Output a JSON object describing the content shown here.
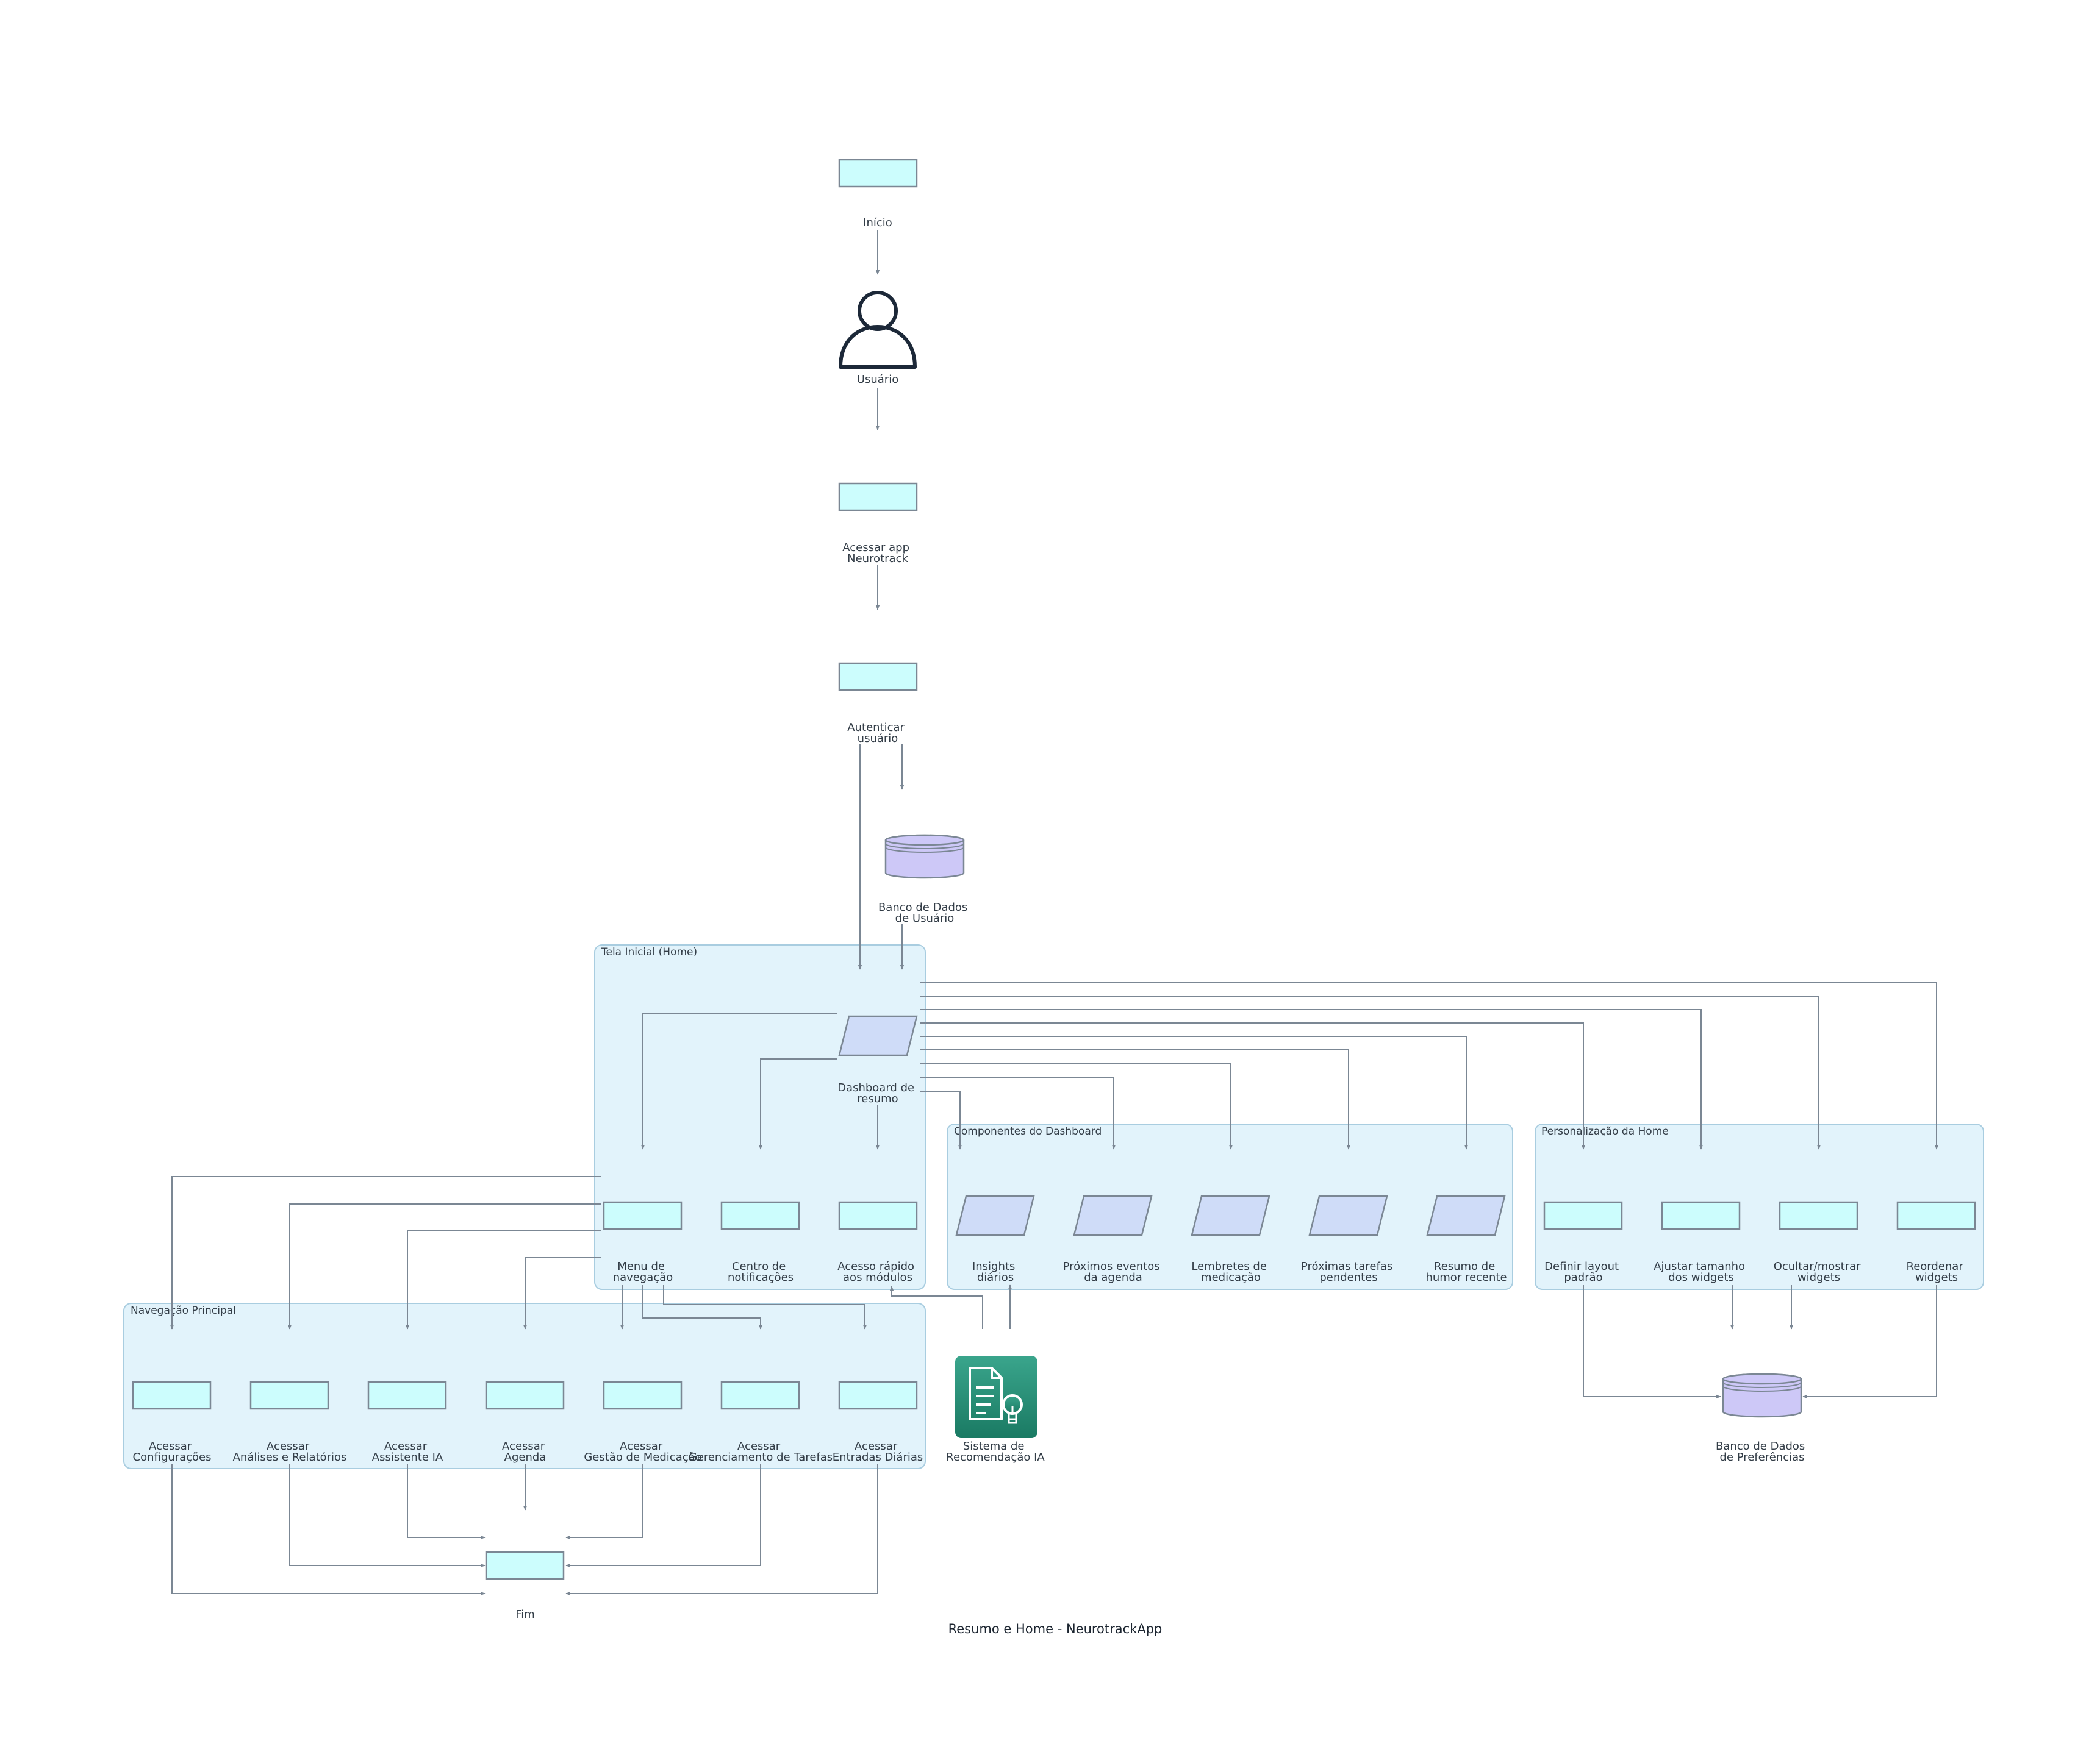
{
  "title": "Resumo e Home - NeurotrackApp",
  "clusters": {
    "home": "Tela Inicial (Home)",
    "components": "Componentes do Dashboard",
    "personalization": "Personalização da Home",
    "navigation": "Navegação Principal"
  },
  "nodes": {
    "inicio": [
      "Início"
    ],
    "usuario": [
      "Usuário"
    ],
    "acessar_app": [
      "Acessar app",
      "Neurotrack"
    ],
    "autenticar": [
      "Autenticar",
      "usuário"
    ],
    "db_usuario": [
      "Banco de Dados",
      "de Usuário"
    ],
    "dashboard": [
      "Dashboard de",
      "resumo"
    ],
    "menu_nav": [
      "Menu de",
      "navegação"
    ],
    "centro_notif": [
      "Centro de",
      "notificações"
    ],
    "acesso_rapido": [
      "Acesso rápido",
      "aos módulos"
    ],
    "insights": [
      "Insights",
      "diários"
    ],
    "eventos": [
      "Próximos eventos",
      "da agenda"
    ],
    "lembretes": [
      "Lembretes de",
      "medicação"
    ],
    "tarefas_pend": [
      "Próximas tarefas",
      "pendentes"
    ],
    "humor": [
      "Resumo de",
      "humor recente"
    ],
    "layout": [
      "Definir layout",
      "padrão"
    ],
    "tamanho": [
      "Ajustar tamanho",
      "dos widgets"
    ],
    "ocultar": [
      "Ocultar/mostrar",
      "widgets"
    ],
    "reordenar": [
      "Reordenar",
      "widgets"
    ],
    "config": [
      "Acessar",
      "Configurações"
    ],
    "analises": [
      "Acessar",
      "Análises e Relatórios"
    ],
    "assistente": [
      "Acessar",
      "Assistente IA"
    ],
    "agenda": [
      "Acessar",
      "Agenda"
    ],
    "medicacao": [
      "Acessar",
      "Gestão de Medicação"
    ],
    "gerenc_tarefas": [
      "Acessar",
      "Gerenciamento de Tarefas"
    ],
    "entradas": [
      "Acessar",
      "Entradas Diárias"
    ],
    "sistema_ia": [
      "Sistema de",
      "Recomendação IA"
    ],
    "db_pref": [
      "Banco de Dados",
      "de Preferências"
    ],
    "fim": [
      "Fim"
    ]
  },
  "icons": {
    "usuario": "user-icon",
    "sistema_ia": "document-lightbulb-icon",
    "databases": "database-icon"
  },
  "colors": {
    "cluster_fill": "#e2f3fb",
    "process_fill": "#ccfdfd",
    "data_fill": "#cfdcf8",
    "database_fill": "#cdc8f7",
    "ai_icon": "#1f8a70",
    "edge": "#7b8794"
  }
}
